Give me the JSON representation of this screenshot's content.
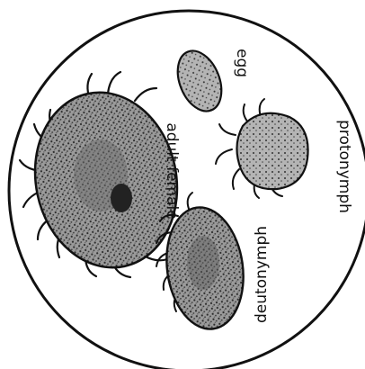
{
  "figure": {
    "labels": {
      "adult_female": "adult female",
      "egg": "egg",
      "protonymph": "protonymph",
      "deutonymph": "deutonymph"
    },
    "colors": {
      "ink": "#111111",
      "body_fill": "#8c8c8c",
      "stipple": "#2b2b2b",
      "background": "#ffffff"
    }
  }
}
